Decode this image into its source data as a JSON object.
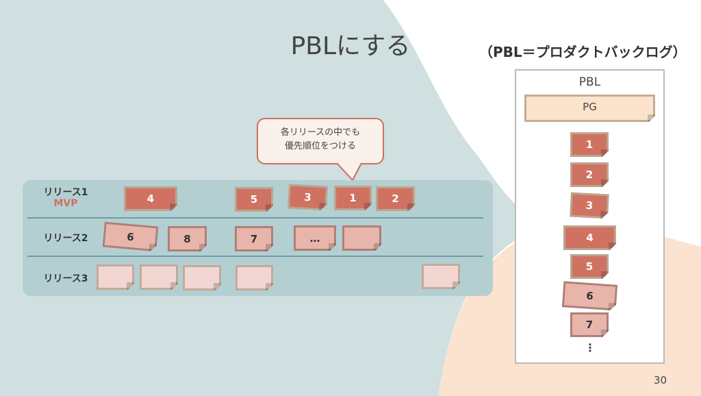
{
  "slide": {
    "title": "PBLにする",
    "subtitle": "（PBL＝プロダクトバックログ）",
    "page_number": "30"
  },
  "callout": {
    "line1": "各リリースの中でも",
    "line2": "優先順位をつける"
  },
  "releases": [
    {
      "label": "リリース1",
      "tag": "MVP"
    },
    {
      "label": "リリース2"
    },
    {
      "label": "リリース3"
    }
  ],
  "release1_items": [
    "4",
    "5",
    "3",
    "1",
    "2"
  ],
  "release2_items": [
    "6",
    "8",
    "7",
    "…",
    ""
  ],
  "pbl": {
    "title": "PBL",
    "pg": "PG",
    "items": [
      "1",
      "2",
      "3",
      "4",
      "5",
      "6",
      "7"
    ],
    "more": "⋮"
  },
  "colors": {
    "high": "#d07262",
    "mid": "#e8b5aa",
    "low": "#f2d6d2",
    "pg": "#fbe3cc",
    "panel": "#b4cfd2"
  }
}
